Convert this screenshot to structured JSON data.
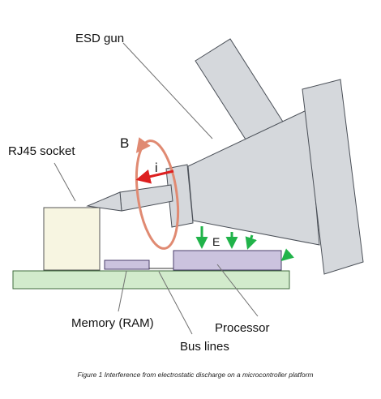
{
  "labels": {
    "esd_gun": "ESD gun",
    "rj45_socket": "RJ45 socket",
    "magnetic_field": "B",
    "current": "i",
    "electric_field": "E",
    "memory": "Memory (RAM)",
    "processor": "Processor",
    "bus_lines": "Bus lines"
  },
  "caption": "Figure 1 Interference from electrostatic discharge on a microcontroller platform",
  "colors": {
    "gun_fill": "#d5d8dc",
    "gun_stroke": "#4a4f57",
    "socket_fill": "#f7f5e1",
    "pcb_fill": "#d2ebcc",
    "pcb_stroke": "#3f6b3c",
    "chip_fill": "#cbc3de",
    "chip_stroke": "#4a3d6a",
    "field_b": "#e08a72",
    "current_arrow": "#dd1f1f",
    "field_e": "#21b34a",
    "leader": "#707070"
  }
}
